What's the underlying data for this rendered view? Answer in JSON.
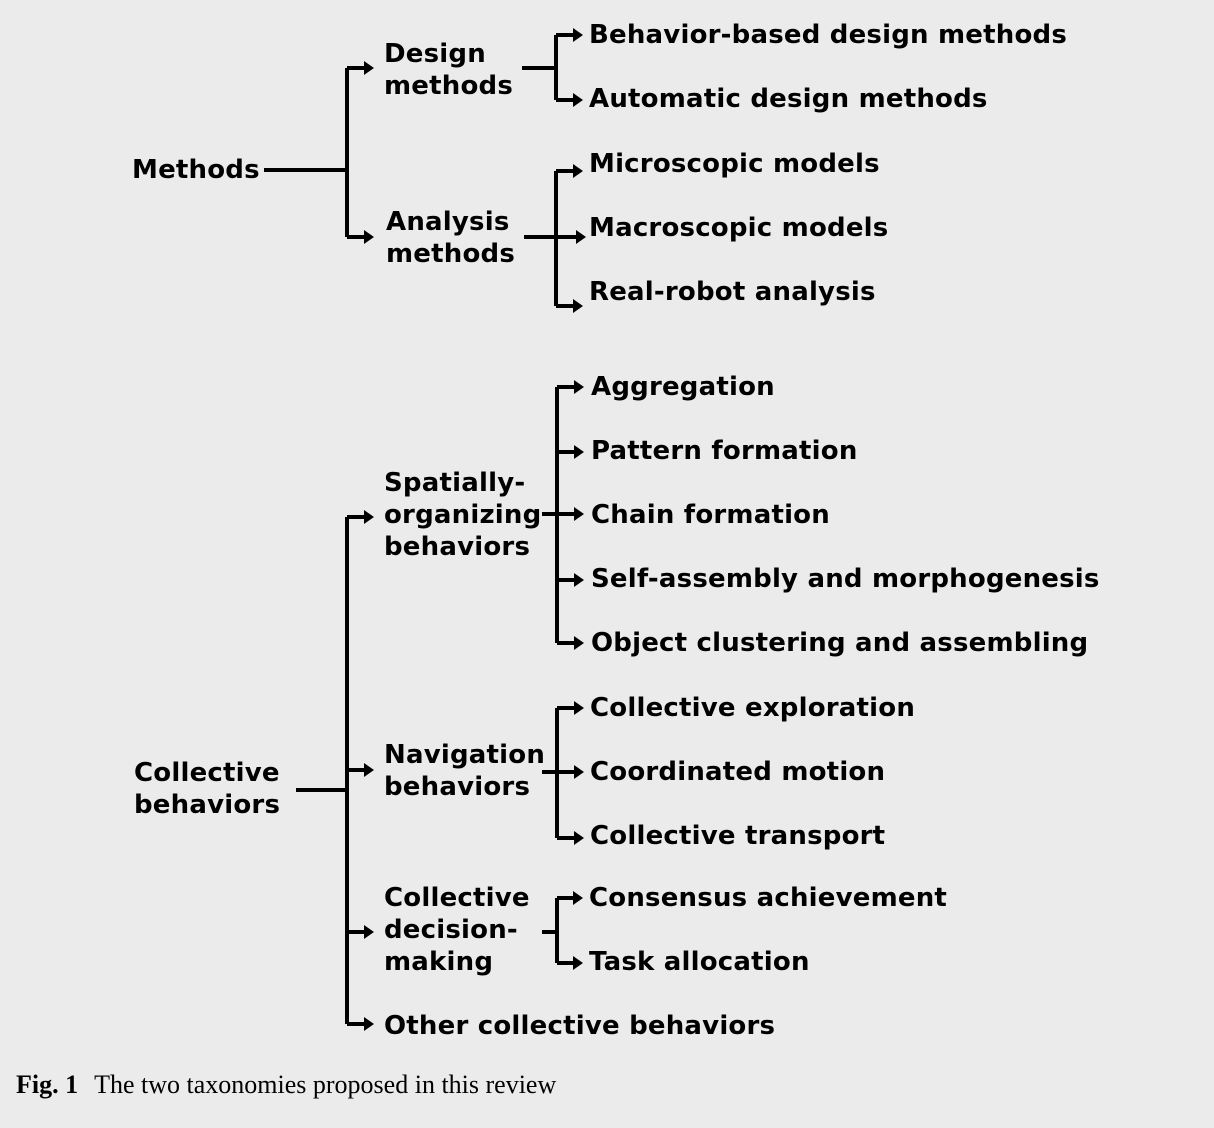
{
  "taxonomies": {
    "methods": {
      "label": "Methods",
      "branches": [
        {
          "label": "Design methods",
          "items": [
            "Behavior-based design methods",
            "Automatic design methods"
          ]
        },
        {
          "label": "Analysis methods",
          "items": [
            "Microscopic models",
            "Macroscopic models",
            "Real-robot analysis"
          ]
        }
      ]
    },
    "behaviors": {
      "label": "Collective behaviors",
      "branches": [
        {
          "label": "Spatially-organizing behaviors",
          "items": [
            "Aggregation",
            "Pattern formation",
            "Chain formation",
            "Self-assembly and morphogenesis",
            "Object clustering and assembling"
          ]
        },
        {
          "label": "Navigation behaviors",
          "items": [
            "Collective exploration",
            "Coordinated motion",
            "Collective transport"
          ]
        },
        {
          "label": "Collective decision-making",
          "items": [
            "Consensus achievement",
            "Task allocation"
          ]
        },
        {
          "label": "Other collective behaviors",
          "items": []
        }
      ]
    }
  },
  "caption": {
    "number": "Fig. 1",
    "text": "The two taxonomies proposed in this review"
  },
  "colors": {
    "background": "#ebebeb",
    "line": "#000000"
  }
}
